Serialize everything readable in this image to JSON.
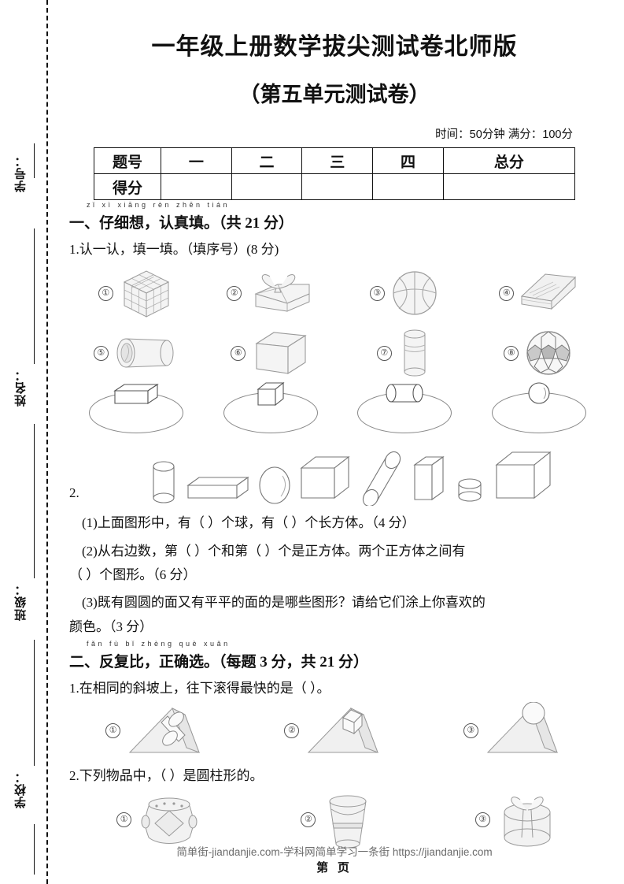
{
  "margin": {
    "labels": [
      "学号：",
      "姓名：",
      "班级：",
      "学校："
    ]
  },
  "header": {
    "title": "一年级上册数学拔尖测试卷北师版",
    "subtitle": "（第五单元测试卷）",
    "meta": "时间：50分钟  满分：100分"
  },
  "score_table": {
    "row1": [
      "题号",
      "一",
      "二",
      "三",
      "四",
      "总分"
    ],
    "row2": [
      "得分",
      "",
      "",
      "",
      "",
      ""
    ]
  },
  "section1": {
    "pinyin": "zǐ  xì xiāng    rèn zhēn tián",
    "heading": "一、仔细想，认真填。（共 21 分）",
    "q1": {
      "text": "1.认一认，填一填。（填序号）(8 分)",
      "objects": [
        {
          "num": "①",
          "icon": "rubiks-cube-icon",
          "label": "魔方"
        },
        {
          "num": "②",
          "icon": "gift-box-icon",
          "label": "礼品盒"
        },
        {
          "num": "③",
          "icon": "basketball-icon",
          "label": "篮球"
        },
        {
          "num": "④",
          "icon": "book-icon",
          "label": "书本"
        },
        {
          "num": "⑤",
          "icon": "can-cylinder-icon",
          "label": "罐子"
        },
        {
          "num": "⑥",
          "icon": "cube-box-icon",
          "label": "方盒"
        },
        {
          "num": "⑦",
          "icon": "glass-cylinder-icon",
          "label": "杯子"
        },
        {
          "num": "⑧",
          "icon": "soccer-ball-icon",
          "label": "足球"
        }
      ],
      "answer_groups": [
        {
          "icon": "cuboid-icon",
          "label": "长方体"
        },
        {
          "icon": "cube-icon",
          "label": "正方体"
        },
        {
          "icon": "cylinder-icon",
          "label": "圆柱"
        },
        {
          "icon": "sphere-icon",
          "label": "球"
        }
      ]
    },
    "q2": {
      "number": "2.",
      "shapes": [
        {
          "icon": "cylinder-icon"
        },
        {
          "icon": "cuboid-long-icon"
        },
        {
          "icon": "sphere-icon"
        },
        {
          "icon": "cube-icon"
        },
        {
          "icon": "tilted-cylinder-icon"
        },
        {
          "icon": "cuboid-tall-icon"
        },
        {
          "icon": "cylinder-short-icon"
        },
        {
          "icon": "cube-large-icon"
        }
      ],
      "sub1": "(1)上面图形中，有（      ）个球，有（      ）个长方体。（4 分）",
      "sub2_a": "(2)从右边数，第（      ）个和第（      ）个是正方体。两个正方体之间有",
      "sub2_b": "（      ）个图形。（6 分）",
      "sub3_a": "(3)既有圆圆的面又有平平的面的是哪些图形？请给它们涂上你喜欢的",
      "sub3_b": "颜色。（3 分）"
    }
  },
  "section2": {
    "pinyin": "fǎn fù  bǐ    zhèng què xuǎn",
    "heading": "二、反复比，正确选。（每题 3 分，共 21 分）",
    "q1": {
      "text": "1.在相同的斜坡上，往下滚得最快的是（      ）。",
      "options": [
        {
          "num": "①",
          "icon": "ramp-cylinder-icon"
        },
        {
          "num": "②",
          "icon": "ramp-cuboid-icon"
        },
        {
          "num": "③",
          "icon": "ramp-sphere-icon"
        }
      ]
    },
    "q2": {
      "text": "2.下列物品中，（      ）是圆柱形的。",
      "options": [
        {
          "num": "①",
          "icon": "drum-icon"
        },
        {
          "num": "②",
          "icon": "bucket-icon"
        },
        {
          "num": "③",
          "icon": "round-gift-box-icon"
        }
      ]
    }
  },
  "footer": {
    "watermark": "简单街-jiandanjie.com-学科网简单学习一条街 https://jiandanjie.com",
    "page": "第 页"
  },
  "colors": {
    "ink": "#111111",
    "figure_stroke": "#8a8a8a",
    "figure_fill": "#f2f2f2",
    "watermark": "#6b6b6b"
  }
}
